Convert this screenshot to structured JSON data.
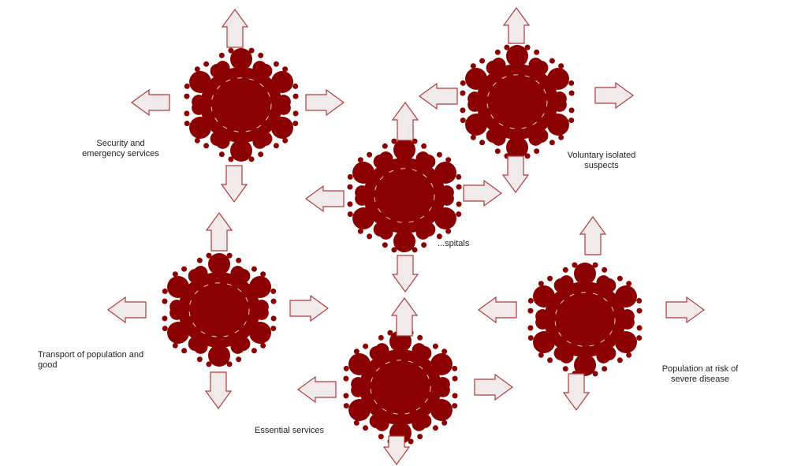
{
  "colors": {
    "node_fill": "#8b0000",
    "node_edge": "#7a0000",
    "node_inner_line": "#f2e6e6",
    "arrow_fill": "#f1eaea",
    "arrow_stroke": "#b23a3a"
  },
  "nodes": [
    {
      "id": "security",
      "label_lines": [
        "Security and",
        "emergency services"
      ]
    },
    {
      "id": "voluntary",
      "label_lines": [
        "Voluntary isolated",
        "suspects"
      ]
    },
    {
      "id": "hospitals",
      "label_lines": [
        "...spitals"
      ]
    },
    {
      "id": "transport",
      "label_lines": [
        "Transport of population and",
        "good"
      ]
    },
    {
      "id": "risk",
      "label_lines": [
        "Population at risk of",
        "severe disease"
      ]
    },
    {
      "id": "essential",
      "label_lines": [
        "Essential services"
      ]
    }
  ],
  "icons": {
    "node_shape": "red-fractal-snowflake",
    "arrow": "outline-block-arrow"
  }
}
